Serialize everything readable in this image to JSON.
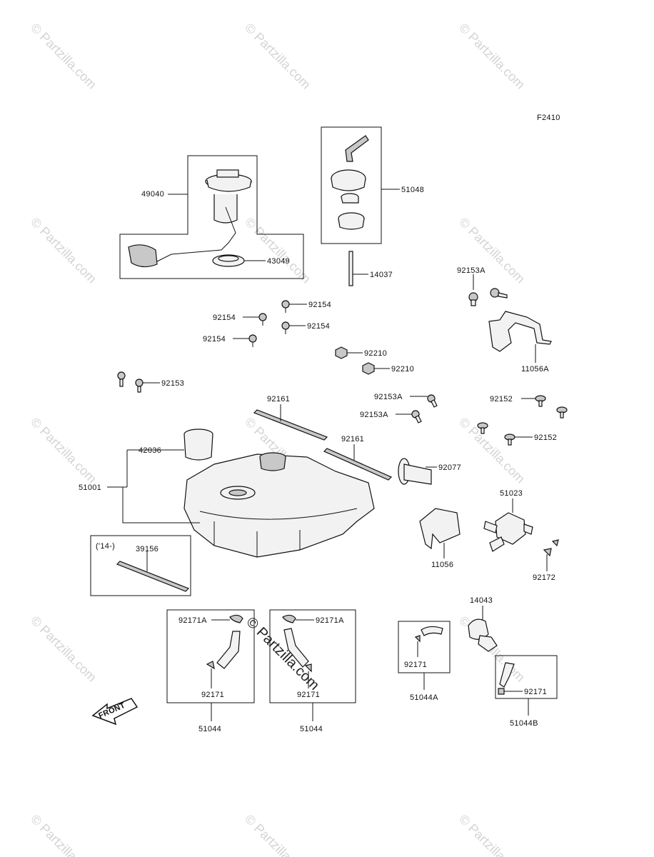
{
  "figure_code": "F2410",
  "watermark": "© Partzilla.com",
  "front_label": "FRONT",
  "year_note": "('14-)",
  "callouts": {
    "p49040": "49040",
    "p43049": "43049",
    "p51048": "51048",
    "p14037": "14037",
    "p92153A_1": "92153A",
    "p92154_1": "92154",
    "p92154_2": "92154",
    "p92154_3": "92154",
    "p92154_4": "92154",
    "p92210_1": "92210",
    "p92210_2": "92210",
    "p11056A": "11056A",
    "p92153": "92153",
    "p92161_1": "92161",
    "p92161_2": "92161",
    "p92153A_2": "92153A",
    "p92153A_3": "92153A",
    "p92152_1": "92152",
    "p92152_2": "92152",
    "p42036": "42036",
    "p51001": "51001",
    "p92077": "92077",
    "p51023": "51023",
    "p11056": "11056",
    "p39156": "39156",
    "p92172": "92172",
    "p14043": "14043",
    "p92171A_1": "92171A",
    "p92171A_2": "92171A",
    "p92171_1": "92171",
    "p92171_2": "92171",
    "p92171_3": "92171",
    "p92171_4": "92171",
    "p51044_1": "51044",
    "p51044_2": "51044",
    "p51044A": "51044A",
    "p51044B": "51044B"
  }
}
